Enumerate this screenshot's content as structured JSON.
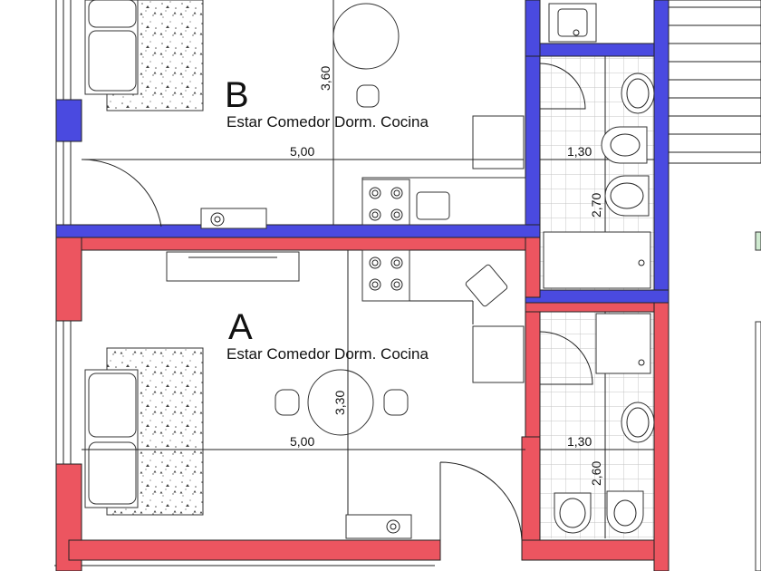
{
  "units": [
    {
      "id": "B",
      "letter": "B",
      "room_name": "Estar Comedor Dorm. Cocina",
      "width_dim": "5,00",
      "height_dim": "3,60",
      "wall_color": "#4a4ae0",
      "bath": {
        "width_dim": "1,30",
        "height_dim": "2,70"
      }
    },
    {
      "id": "A",
      "letter": "A",
      "room_name": "Estar Comedor Dorm. Cocina",
      "width_dim": "5,00",
      "height_dim": "3,30",
      "wall_color": "#ec5560",
      "bath": {
        "width_dim": "1,30",
        "height_dim": "2,60"
      }
    }
  ],
  "colors": {
    "unit_b_walls": "#4a4ae0",
    "unit_a_walls": "#ec5560",
    "tile_grid": "#bfbfbf",
    "line": "#222222"
  }
}
